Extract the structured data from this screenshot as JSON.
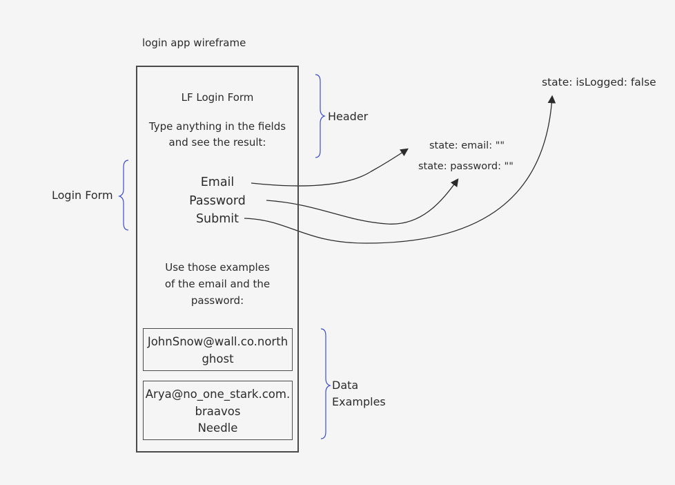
{
  "title": "login app wireframe",
  "phone": {
    "header_title": "LF  Login Form",
    "intro_line_1": "Type anything in the fields",
    "intro_line_2": "and see the result:",
    "form": {
      "email_label": "Email",
      "password_label": "Password",
      "submit_label": "Submit"
    },
    "examples_intro": [
      "Use those examples",
      "of the email and the",
      "password:"
    ],
    "examples": [
      {
        "email": "JohnSnow@wall.co.north",
        "password": "ghost"
      },
      {
        "email": "Arya@no_one_stark.com.",
        "line2": "braavos",
        "password": "Needle"
      }
    ]
  },
  "annotations": {
    "header": "Header",
    "login_form": "Login Form",
    "data_examples_line1": "Data",
    "data_examples_line2": "Examples"
  },
  "states": {
    "email": "state: email: \"\"",
    "password": "state: password: \"\"",
    "is_logged": "state: isLogged: false"
  },
  "colors": {
    "background": "#f5f5f5",
    "brace": "#3b4ccf",
    "stroke": "#2b2b2b"
  }
}
